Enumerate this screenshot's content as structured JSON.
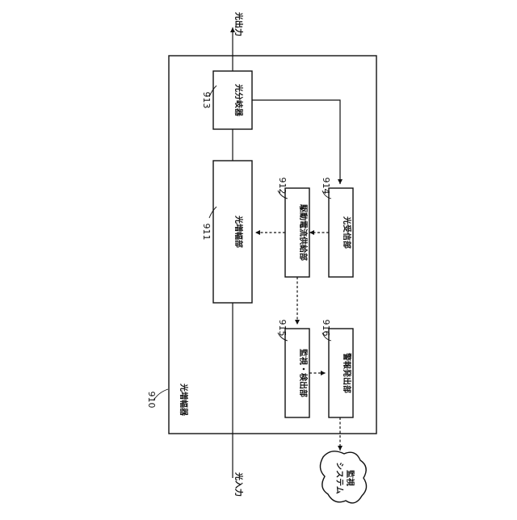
{
  "labels": {
    "light_output": "光出力",
    "light_input": "光入力",
    "amplifier_device": "光増幅器",
    "amplifier_unit": "光増幅部",
    "splitter": "光分岐器",
    "drive_current": "駆動電流供給部",
    "receiver": "光受信部",
    "monitor_detect": "監視・検出部",
    "alarm": "警報発出部",
    "monitor_system_line1": "監視",
    "monitor_system_line2": "システム"
  },
  "refs": {
    "r910": "910",
    "r911": "911",
    "r912": "912",
    "r913": "913",
    "r914": "914",
    "r915": "915",
    "r916": "916"
  }
}
